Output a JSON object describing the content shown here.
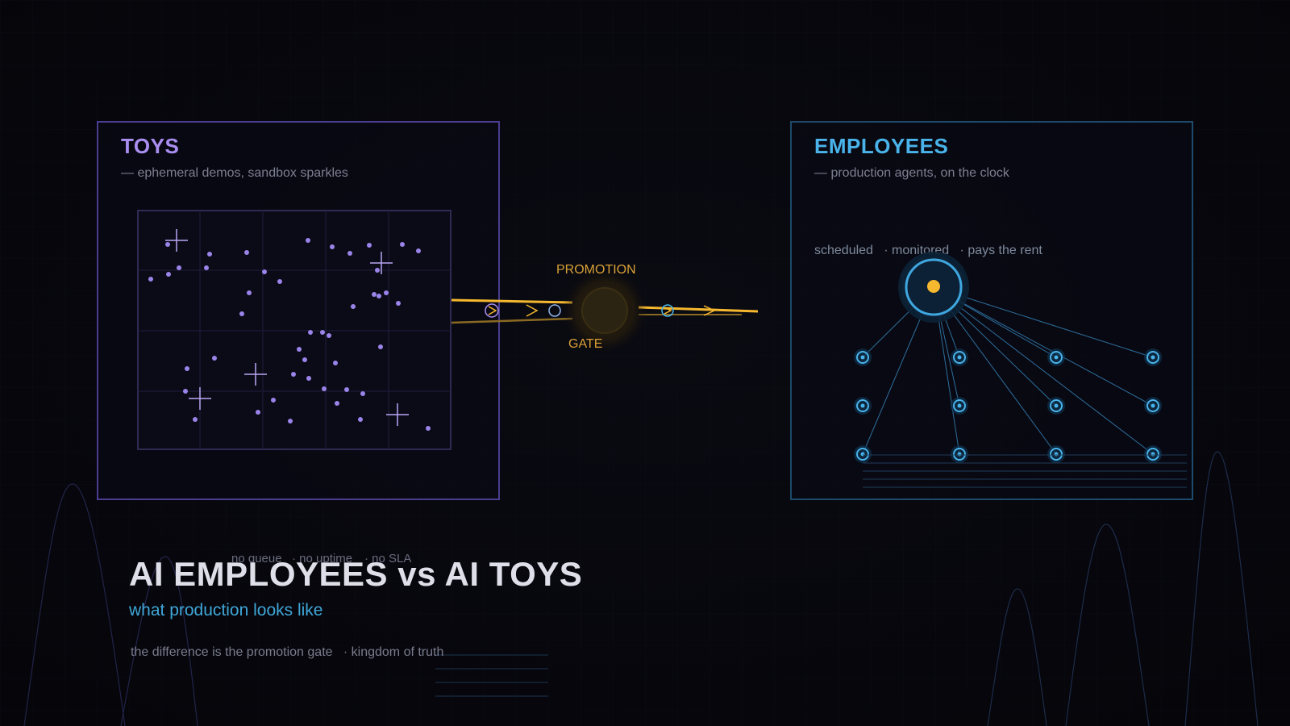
{
  "toys": {
    "title": "TOYS",
    "subtitle": "— ephemeral demos, sandbox sparkles",
    "footer_tags": [
      "no queue",
      "· no uptime",
      "· no SLA"
    ]
  },
  "gate": {
    "top_label": "PROMOTION",
    "bottom_label": "GATE"
  },
  "employees": {
    "title": "EMPLOYEES",
    "subtitle": "— production agents, on the clock",
    "tagline": "scheduled   · monitored   · pays the rent"
  },
  "headline": {
    "title": "AI EMPLOYEES vs AI TOYS",
    "subtitle": "what production looks like",
    "footer": "the difference is the promotion gate   · kingdom of truth"
  },
  "colors": {
    "background": "#07070c",
    "toys_accent": "#a98ef0",
    "employees_accent": "#49b3ea",
    "gate_accent": "#f5b82e",
    "gate_core": "#2b2412"
  }
}
